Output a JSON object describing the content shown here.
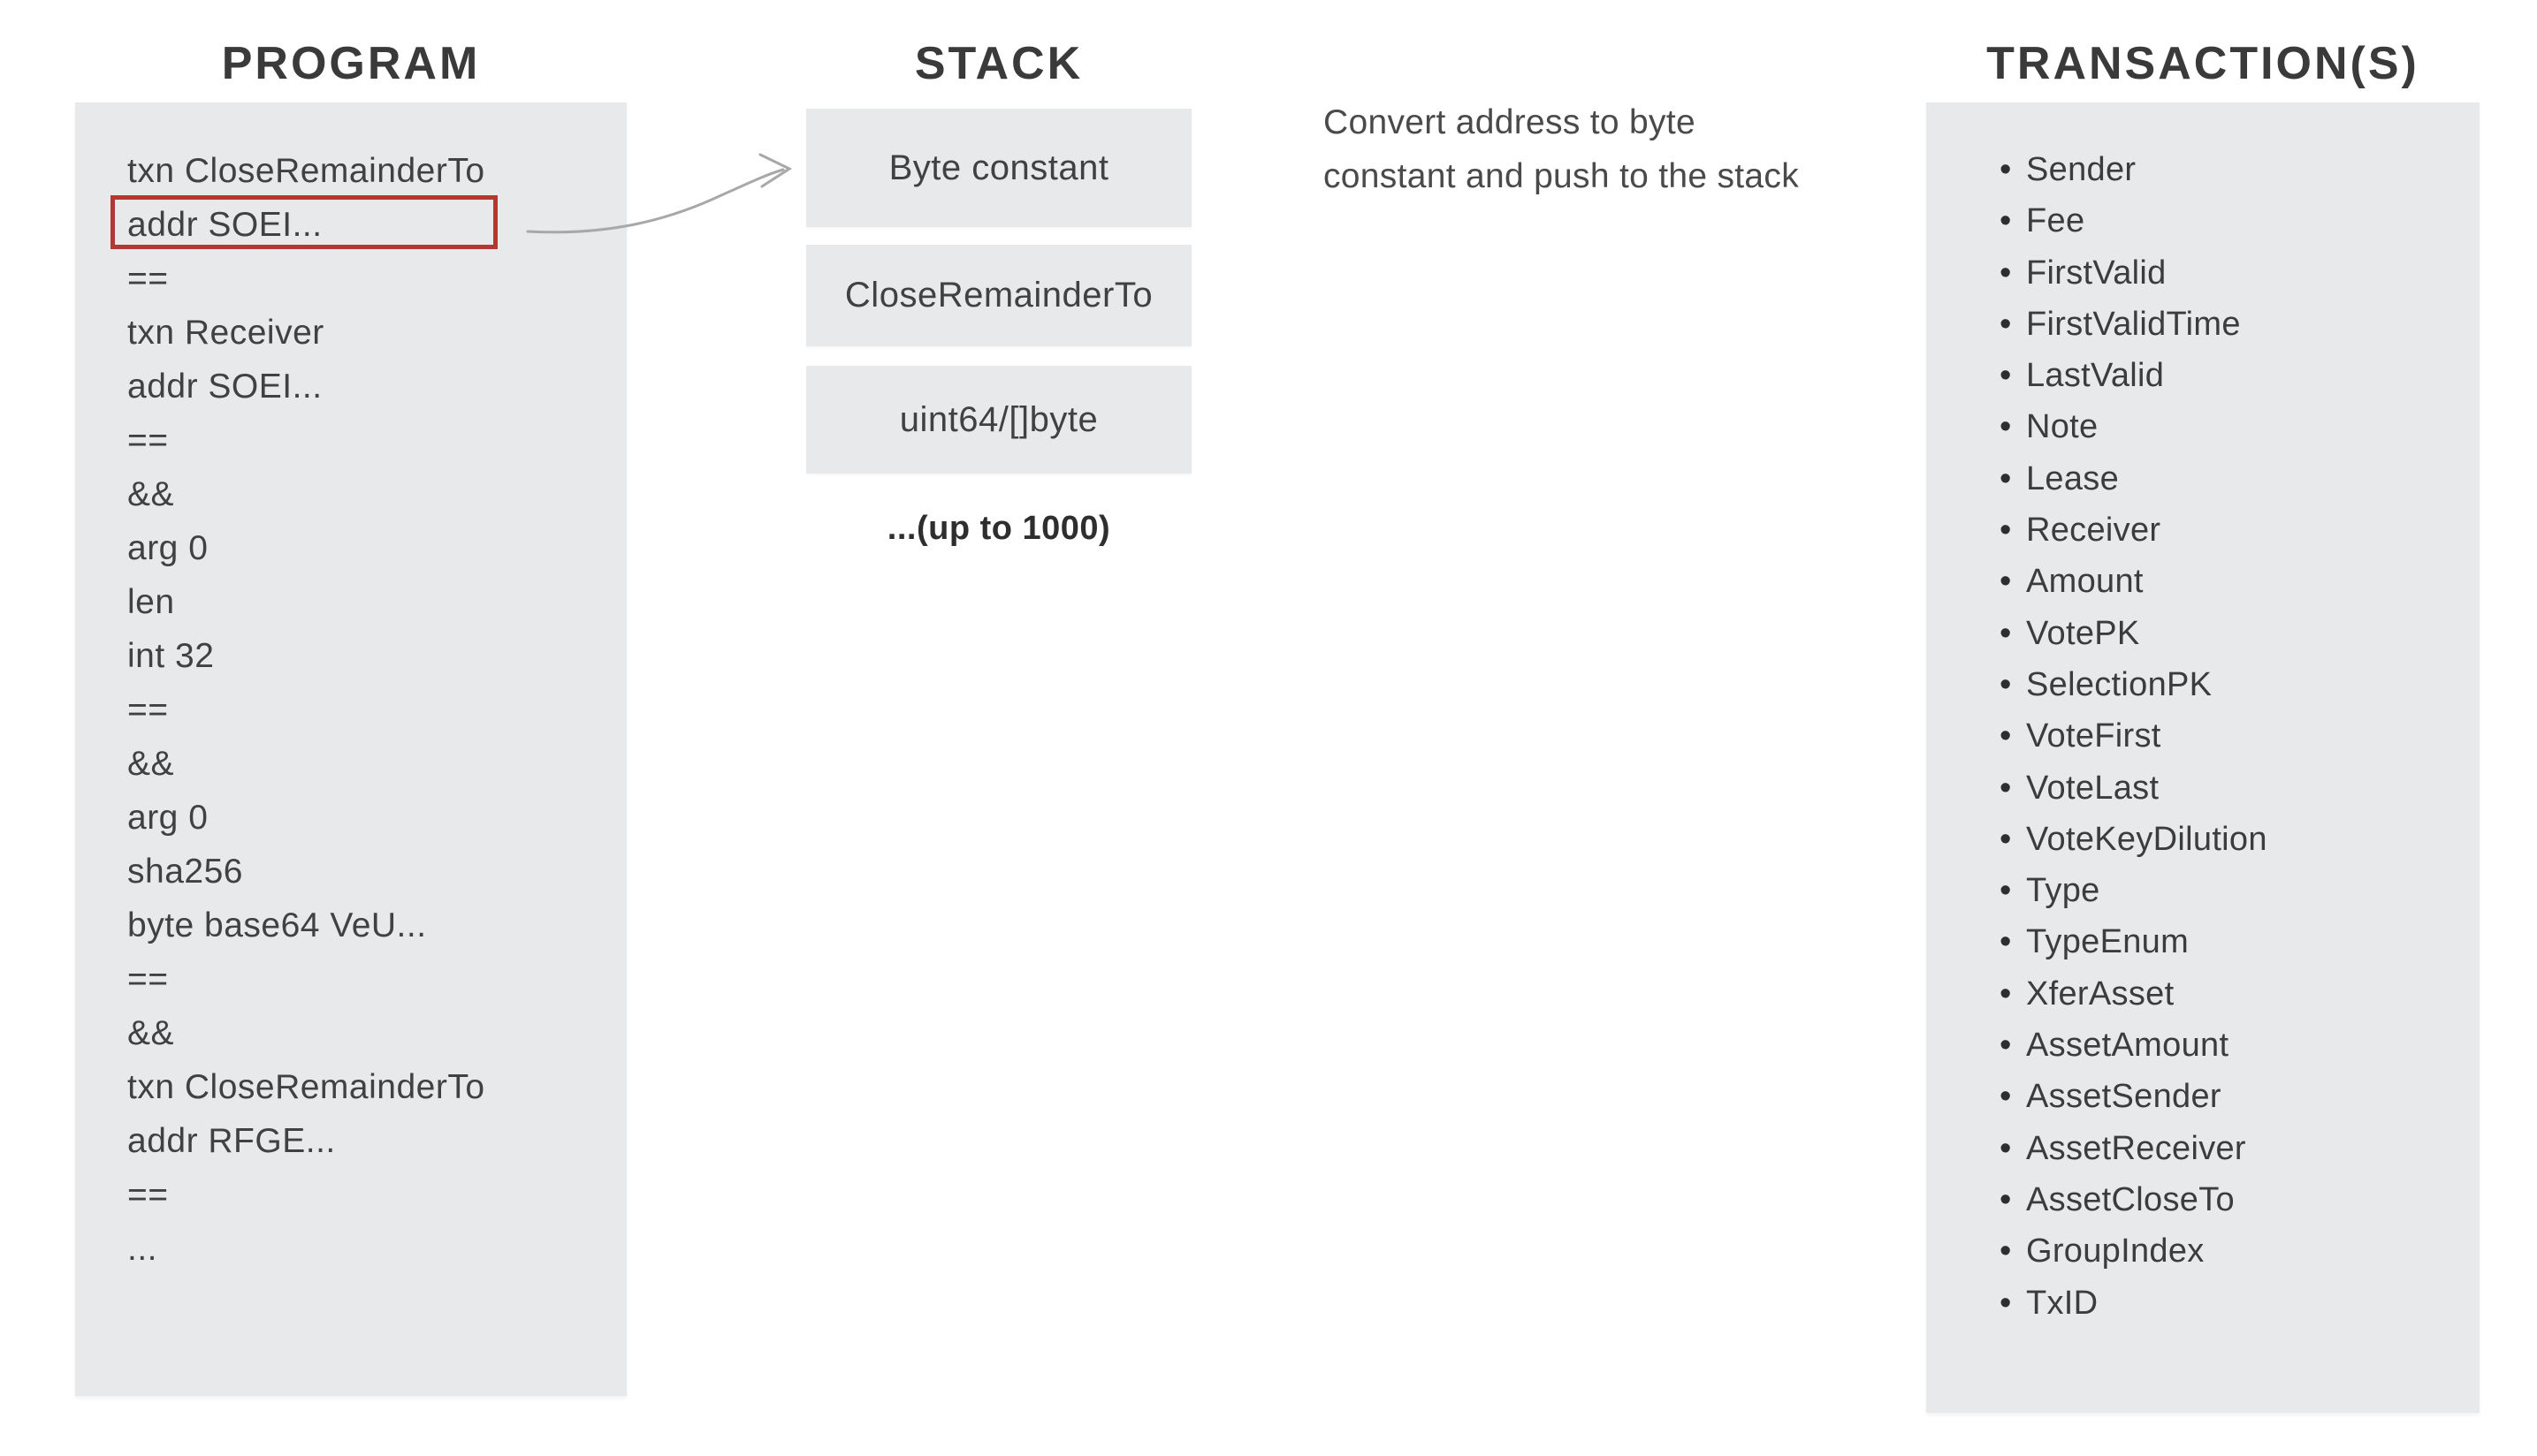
{
  "program": {
    "title": "PROGRAM",
    "lines": [
      "txn CloseRemainderTo",
      "addr SOEI...",
      "==",
      "txn Receiver",
      "addr SOEI...",
      "==",
      "&&",
      "arg 0",
      "len",
      "int 32",
      "==",
      "&&",
      "arg 0",
      "sha256",
      "byte base64 VeU...",
      "==",
      "&&",
      "txn CloseRemainderTo",
      "addr RFGE...",
      "==",
      "..."
    ],
    "highlighted_line": "addr SOEI..."
  },
  "stack": {
    "title": "STACK",
    "boxes": [
      "Byte constant",
      "CloseRemainderTo",
      "uint64/[]byte"
    ],
    "overflow_note": "...(up to 1000)"
  },
  "annotation": {
    "text": "Convert address to byte constant and push to the stack"
  },
  "transactions": {
    "title": "TRANSACTION(S)",
    "fields": [
      "Sender",
      "Fee",
      "FirstValid",
      "FirstValidTime",
      "LastValid",
      "Note",
      "Lease",
      "Receiver",
      "Amount",
      "VotePK",
      "SelectionPK",
      "VoteFirst",
      "VoteLast",
      "VoteKeyDilution",
      "Type",
      "TypeEnum",
      "XferAsset",
      "AssetAmount",
      "AssetSender",
      "AssetReceiver",
      "AssetCloseTo",
      "GroupIndex",
      "TxID"
    ]
  },
  "colors": {
    "panel_background": "#e8e9eb",
    "highlight_border": "#b23831",
    "arrow": "#a8a8a8",
    "text": "#3d3d3d"
  }
}
